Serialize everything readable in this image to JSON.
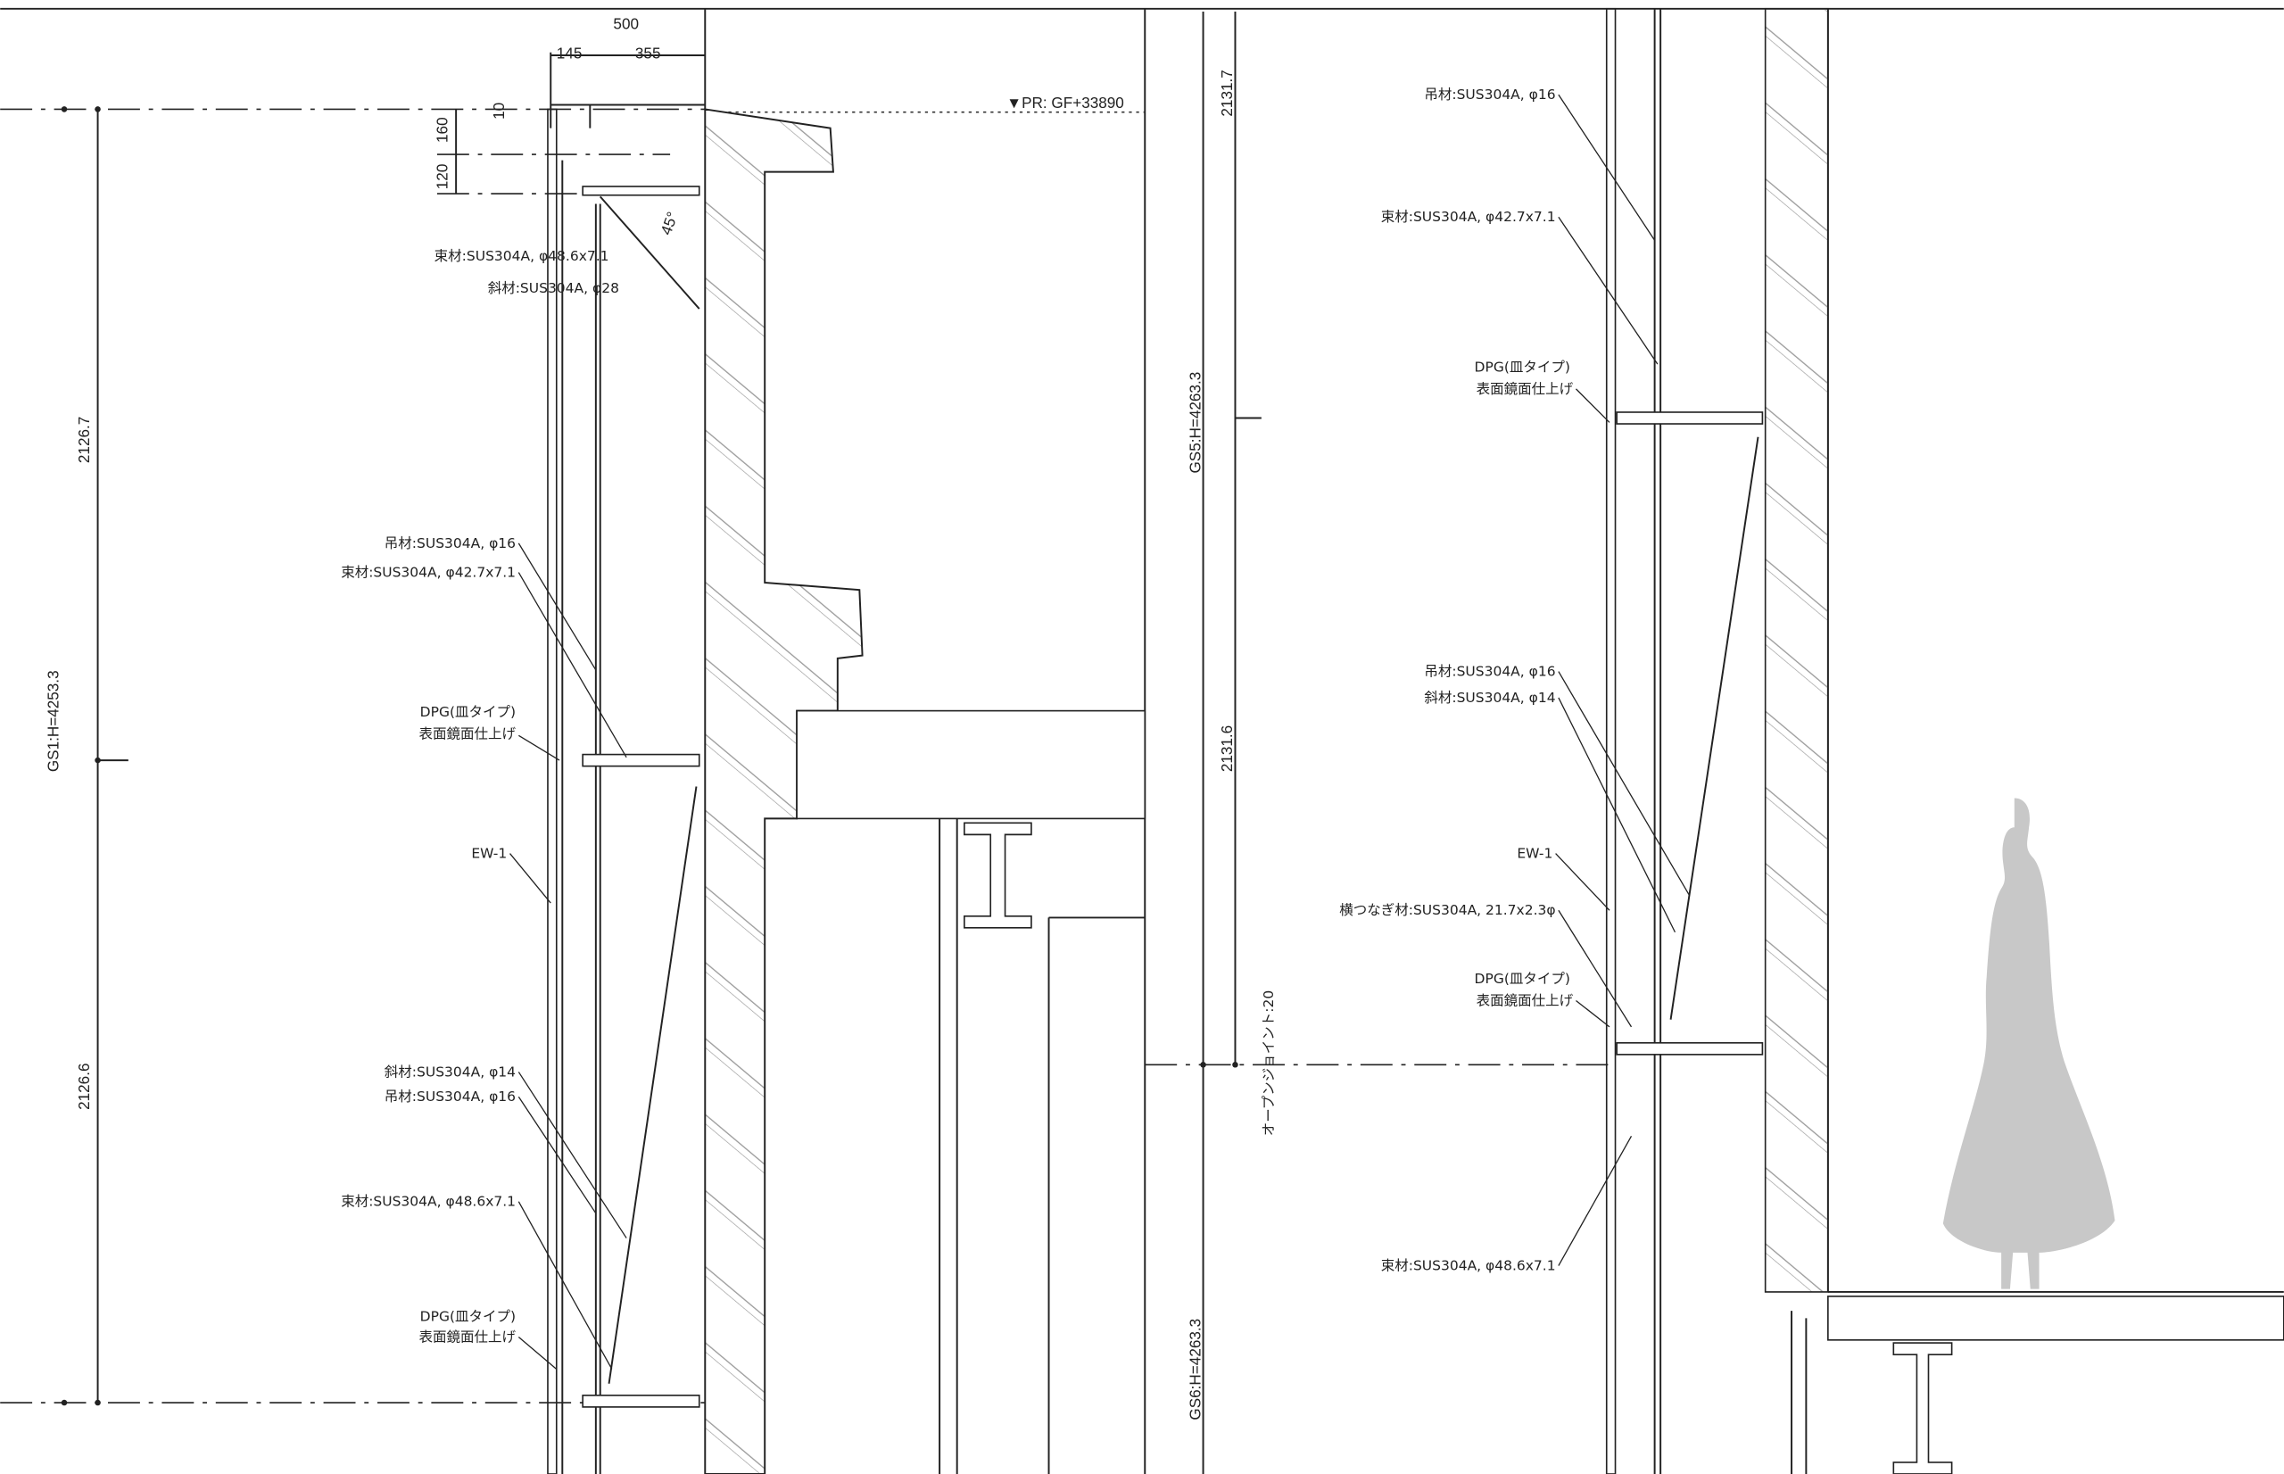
{
  "drawing": {
    "level_mark": "▼PR: GF+33890",
    "dimensions_top": {
      "total": "500",
      "left": "145",
      "right": "355"
    },
    "dimensions_left": {
      "a": "160",
      "b": "120",
      "c": "10",
      "angle": "45°"
    },
    "left_vertical": {
      "overall": "GS1:H=4253.3",
      "upper": "2126.7",
      "lower": "2126.6"
    },
    "middle_vertical": {
      "overall_upper": "GS5:H=4263.3",
      "overall_lower": "GS6:H=4263.3",
      "upper": "2131.7",
      "lower": "2131.6",
      "joint": "オープンジョイント:20"
    }
  },
  "left_labels": [
    "束材:SUS304A, φ48.6x7.1",
    "斜材:SUS304A, φ28",
    "吊材:SUS304A, φ16",
    "束材:SUS304A, φ42.7x7.1",
    "DPG(皿タイプ)",
    "表面鏡面仕上げ",
    "EW-1",
    "斜材:SUS304A, φ14",
    "吊材:SUS304A, φ16",
    "束材:SUS304A, φ48.6x7.1",
    "DPG(皿タイプ)",
    "表面鏡面仕上げ"
  ],
  "right_labels": [
    "吊材:SUS304A, φ16",
    "束材:SUS304A, φ42.7x7.1",
    "DPG(皿タイプ)",
    "表面鏡面仕上げ",
    "吊材:SUS304A, φ16",
    "斜材:SUS304A, φ14",
    "EW-1",
    "横つなぎ材:SUS304A, 21.7x2.3φ",
    "DPG(皿タイプ)",
    "表面鏡面仕上げ",
    "束材:SUS304A, φ48.6x7.1"
  ],
  "colors": {
    "line": "#222222",
    "silhouette": "#c8c8c8"
  }
}
